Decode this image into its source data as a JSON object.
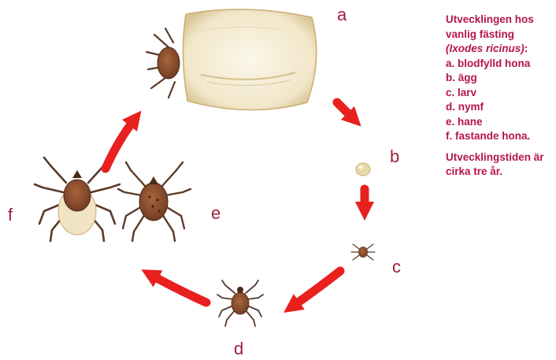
{
  "stage_letters": {
    "a": "a",
    "b": "b",
    "c": "c",
    "d": "d",
    "e": "e",
    "f": "f"
  },
  "caption": {
    "intro": "Utvecklingen hos vanlig fästing",
    "scientific_name": "(Ixodes ricinus)",
    "intro_end": ":",
    "items": [
      "a. blodfylld hona",
      "b. ägg",
      "c. larv",
      "d. nymf",
      "e. hane",
      "f. fastande hona."
    ],
    "development_time": "Utvecklingstiden är cirka tre år."
  },
  "colors": {
    "arrow": "#e8201e",
    "text_accent": "#b5154a",
    "letter": "#9e1f3a",
    "tick_body": "#8a4a2b",
    "tick_leg": "#5a3a28",
    "engorged_body": "#f3ecd7",
    "egg": "#e9d9a8"
  }
}
